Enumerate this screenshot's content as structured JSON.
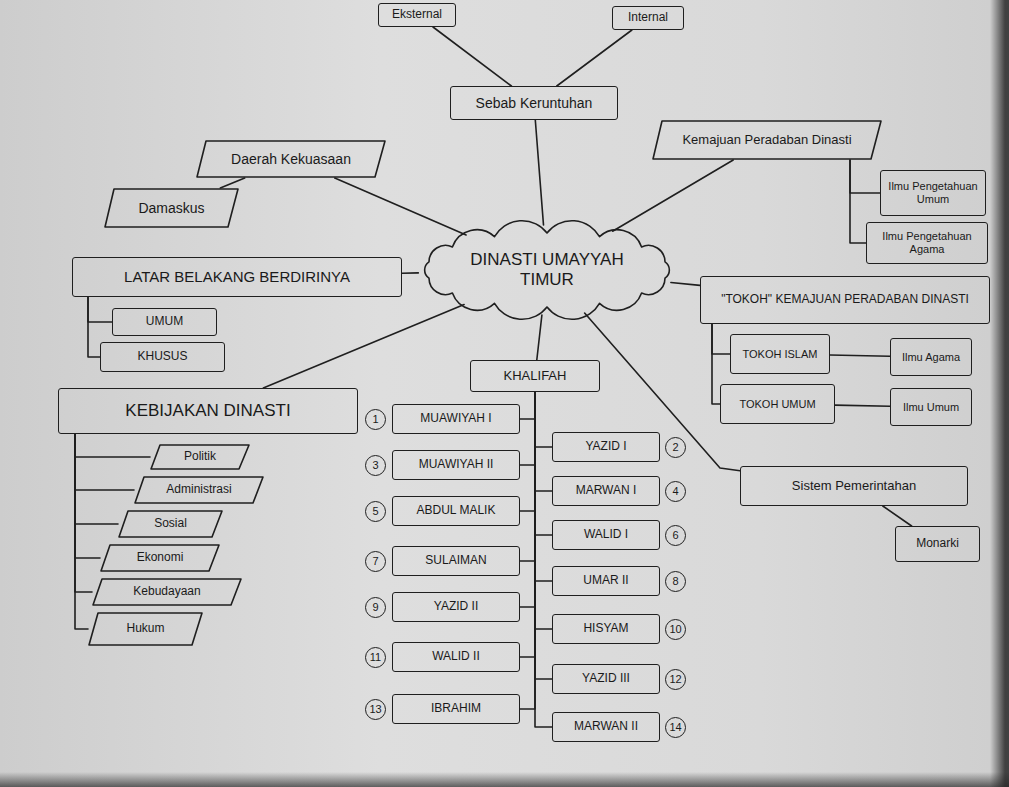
{
  "diagram": {
    "nodes": [
      {
        "text": [
          "Eksternal"
        ]
      },
      {
        "text": [
          "Internal"
        ]
      },
      {
        "text": [
          "Sebab Keruntuhan"
        ]
      },
      {
        "text": [
          "Daerah Kekuasaan"
        ]
      },
      {
        "text": [
          "Damaskus"
        ]
      },
      {
        "text": [
          "Kemajuan Peradaban Dinasti"
        ]
      },
      {
        "text": [
          "Ilmu Pengetahuan Umum"
        ]
      },
      {
        "text": [
          "Ilmu Pengetahuan Agama"
        ]
      },
      {
        "text": [
          "DINASTI UMAYYAH TIMUR"
        ]
      },
      {
        "text": [
          "LATAR BELAKANG BERDIRINYA"
        ]
      },
      {
        "text": [
          "UMUM"
        ]
      },
      {
        "text": [
          "KHUSUS"
        ]
      },
      {
        "text": [
          "\"TOKOH\" KEMAJUAN PERADABAN DINASTI"
        ]
      },
      {
        "text": [
          "TOKOH ISLAM"
        ]
      },
      {
        "text": [
          "Ilmu Agama"
        ]
      },
      {
        "text": [
          "TOKOH UMUM"
        ]
      },
      {
        "text": [
          "Ilmu Umum"
        ]
      },
      {
        "text": [
          "KEBIJAKAN DINASTI"
        ]
      },
      {
        "text": [
          "Politik"
        ]
      },
      {
        "text": [
          "Administrasi"
        ]
      },
      {
        "text": [
          "Sosial"
        ]
      },
      {
        "text": [
          "Ekonomi"
        ]
      },
      {
        "text": [
          "Kebudayaan"
        ]
      },
      {
        "text": [
          "Hukum"
        ]
      },
      {
        "text": [
          "KHALIFAH"
        ]
      },
      {
        "text": [
          "MUAWIYAH I"
        ]
      },
      {
        "text": [
          "YAZID I"
        ]
      },
      {
        "text": [
          "MUAWIYAH II"
        ]
      },
      {
        "text": [
          "MARWAN I"
        ]
      },
      {
        "text": [
          "ABDUL MALIK"
        ]
      },
      {
        "text": [
          "WALID I"
        ]
      },
      {
        "text": [
          "SULAIMAN"
        ]
      },
      {
        "text": [
          "UMAR II"
        ]
      },
      {
        "text": [
          "YAZID II"
        ]
      },
      {
        "text": [
          "HISYAM"
        ]
      },
      {
        "text": [
          "WALID II"
        ]
      },
      {
        "text": [
          "YAZID III"
        ]
      },
      {
        "text": [
          "IBRAHIM"
        ]
      },
      {
        "text": [
          "MARWAN II"
        ]
      },
      {
        "text": [
          "Sistem Pemerintahan"
        ]
      },
      {
        "text": [
          "Monarki"
        ]
      }
    ],
    "edges": [
      {
        "from": 2,
        "to": 0,
        "arrow": "none"
      },
      {
        "from": 2,
        "to": 1,
        "arrow": "none"
      },
      {
        "from": 8,
        "to": 2,
        "arrow": "none"
      },
      {
        "from": 8,
        "to": 3,
        "arrow": "none"
      },
      {
        "from": 3,
        "to": 4,
        "arrow": "none"
      },
      {
        "from": 8,
        "to": 5,
        "arrow": "none"
      },
      {
        "from": 5,
        "to": 6,
        "arrow": "none"
      },
      {
        "from": 5,
        "to": 7,
        "arrow": "none"
      },
      {
        "from": 8,
        "to": 9,
        "arrow": "none"
      },
      {
        "from": 9,
        "to": 10,
        "arrow": "none"
      },
      {
        "from": 9,
        "to": 11,
        "arrow": "none"
      },
      {
        "from": 8,
        "to": 12,
        "arrow": "none"
      },
      {
        "from": 12,
        "to": 13,
        "arrow": "none"
      },
      {
        "from": 12,
        "to": 15,
        "arrow": "none"
      },
      {
        "from": 13,
        "to": 14,
        "arrow": "none"
      },
      {
        "from": 15,
        "to": 16,
        "arrow": "none"
      },
      {
        "from": 8,
        "to": 17,
        "arrow": "none"
      },
      {
        "from": 17,
        "to": 18,
        "arrow": "none"
      },
      {
        "from": 17,
        "to": 19,
        "arrow": "none"
      },
      {
        "from": 17,
        "to": 20,
        "arrow": "none"
      },
      {
        "from": 17,
        "to": 21,
        "arrow": "none"
      },
      {
        "from": 17,
        "to": 22,
        "arrow": "none"
      },
      {
        "from": 17,
        "to": 23,
        "arrow": "none"
      },
      {
        "from": 8,
        "to": 24,
        "arrow": "none"
      },
      {
        "from": 24,
        "to": 25,
        "arrow": "none"
      },
      {
        "from": 24,
        "to": 26,
        "arrow": "none"
      },
      {
        "from": 24,
        "to": 27,
        "arrow": "none"
      },
      {
        "from": 24,
        "to": 28,
        "arrow": "none"
      },
      {
        "from": 24,
        "to": 29,
        "arrow": "none"
      },
      {
        "from": 24,
        "to": 30,
        "arrow": "none"
      },
      {
        "from": 24,
        "to": 31,
        "arrow": "none"
      },
      {
        "from": 24,
        "to": 32,
        "arrow": "none"
      },
      {
        "from": 24,
        "to": 33,
        "arrow": "none"
      },
      {
        "from": 24,
        "to": 34,
        "arrow": "none"
      },
      {
        "from": 24,
        "to": 35,
        "arrow": "none"
      },
      {
        "from": 24,
        "to": 36,
        "arrow": "none"
      },
      {
        "from": 24,
        "to": 37,
        "arrow": "none"
      },
      {
        "from": 24,
        "to": 38,
        "arrow": "none"
      },
      {
        "from": 8,
        "to": 39,
        "arrow": "none"
      },
      {
        "from": 39,
        "to": 40,
        "arrow": "none"
      }
    ],
    "labels": [
      "1",
      "2",
      "3",
      "4",
      "5",
      "6",
      "7",
      "8",
      "9",
      "10",
      "11",
      "12",
      "13",
      "14"
    ]
  }
}
